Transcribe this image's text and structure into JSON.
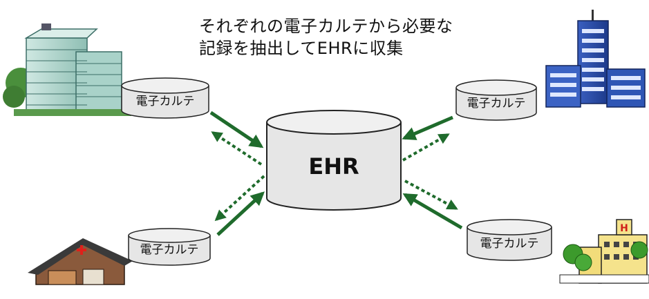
{
  "caption": {
    "line1": "それぞれの電子カルテから必要な",
    "line2": "記録を抽出してEHRに収集"
  },
  "hub": {
    "label": "EHR"
  },
  "nodes": [
    {
      "label": "電子カルテ"
    },
    {
      "label": "電子カルテ"
    },
    {
      "label": "電子カルテ"
    },
    {
      "label": "電子カルテ"
    }
  ],
  "colors": {
    "arrow": "#1f6b2c",
    "cylinder_fill": "#e6e6e6",
    "cylinder_stroke": "#222222"
  }
}
